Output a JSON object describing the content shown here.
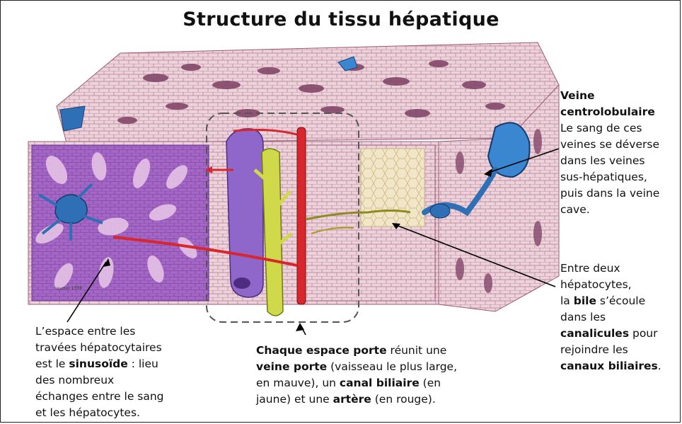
{
  "title": "Structure du tissu hépatique",
  "notes": {
    "veine": {
      "heading_1": "Veine",
      "heading_2": "centrolobulaire",
      "lines": [
        "Le sang de ces",
        "veines se déverse",
        "dans les veines",
        "sus-hépatiques,",
        "puis dans la veine",
        "cave."
      ]
    },
    "bile": {
      "l1": "Entre deux",
      "l2": "hépatocytes,",
      "l3_a": "la ",
      "l3_b": "bile",
      "l3_c": " s’écoule",
      "l4": "dans les",
      "l5_a": "canalicules",
      "l5_b": " pour",
      "l6": "rejoindre les",
      "l7_a": "canaux biliaires",
      "l7_b": "."
    },
    "sinus": {
      "l1": "L’espace entre les",
      "l2": "travées hépatocytaires",
      "l3_a": "est le ",
      "l3_b": "sinusoïde",
      "l3_c": " : lieu",
      "l4": "des nombreux",
      "l5": "échanges entre le sang",
      "l6": "et les hépatocytes."
    },
    "porte": {
      "l1_a": "Chaque espace porte",
      "l1_b": " réunit une",
      "l2_a": "veine porte",
      "l2_b": " (vaisseau le plus large,",
      "l3_a": "en mauve), un ",
      "l3_b": "canal biliaire",
      "l3_c": " (en",
      "l4_a": "jaune) et une ",
      "l4_b": "artère",
      "l4_c": " (en rouge)."
    }
  },
  "signature": "Netter 1988",
  "colors": {
    "tissue": "#e8c9d2",
    "cell_outline": "#b06a86",
    "purple": "#9a5bc0",
    "portal_vein": "#8f66c9",
    "bile_duct": "#cfd94a",
    "artery": "#d8262d",
    "central_vein": "#2f6fb5"
  }
}
